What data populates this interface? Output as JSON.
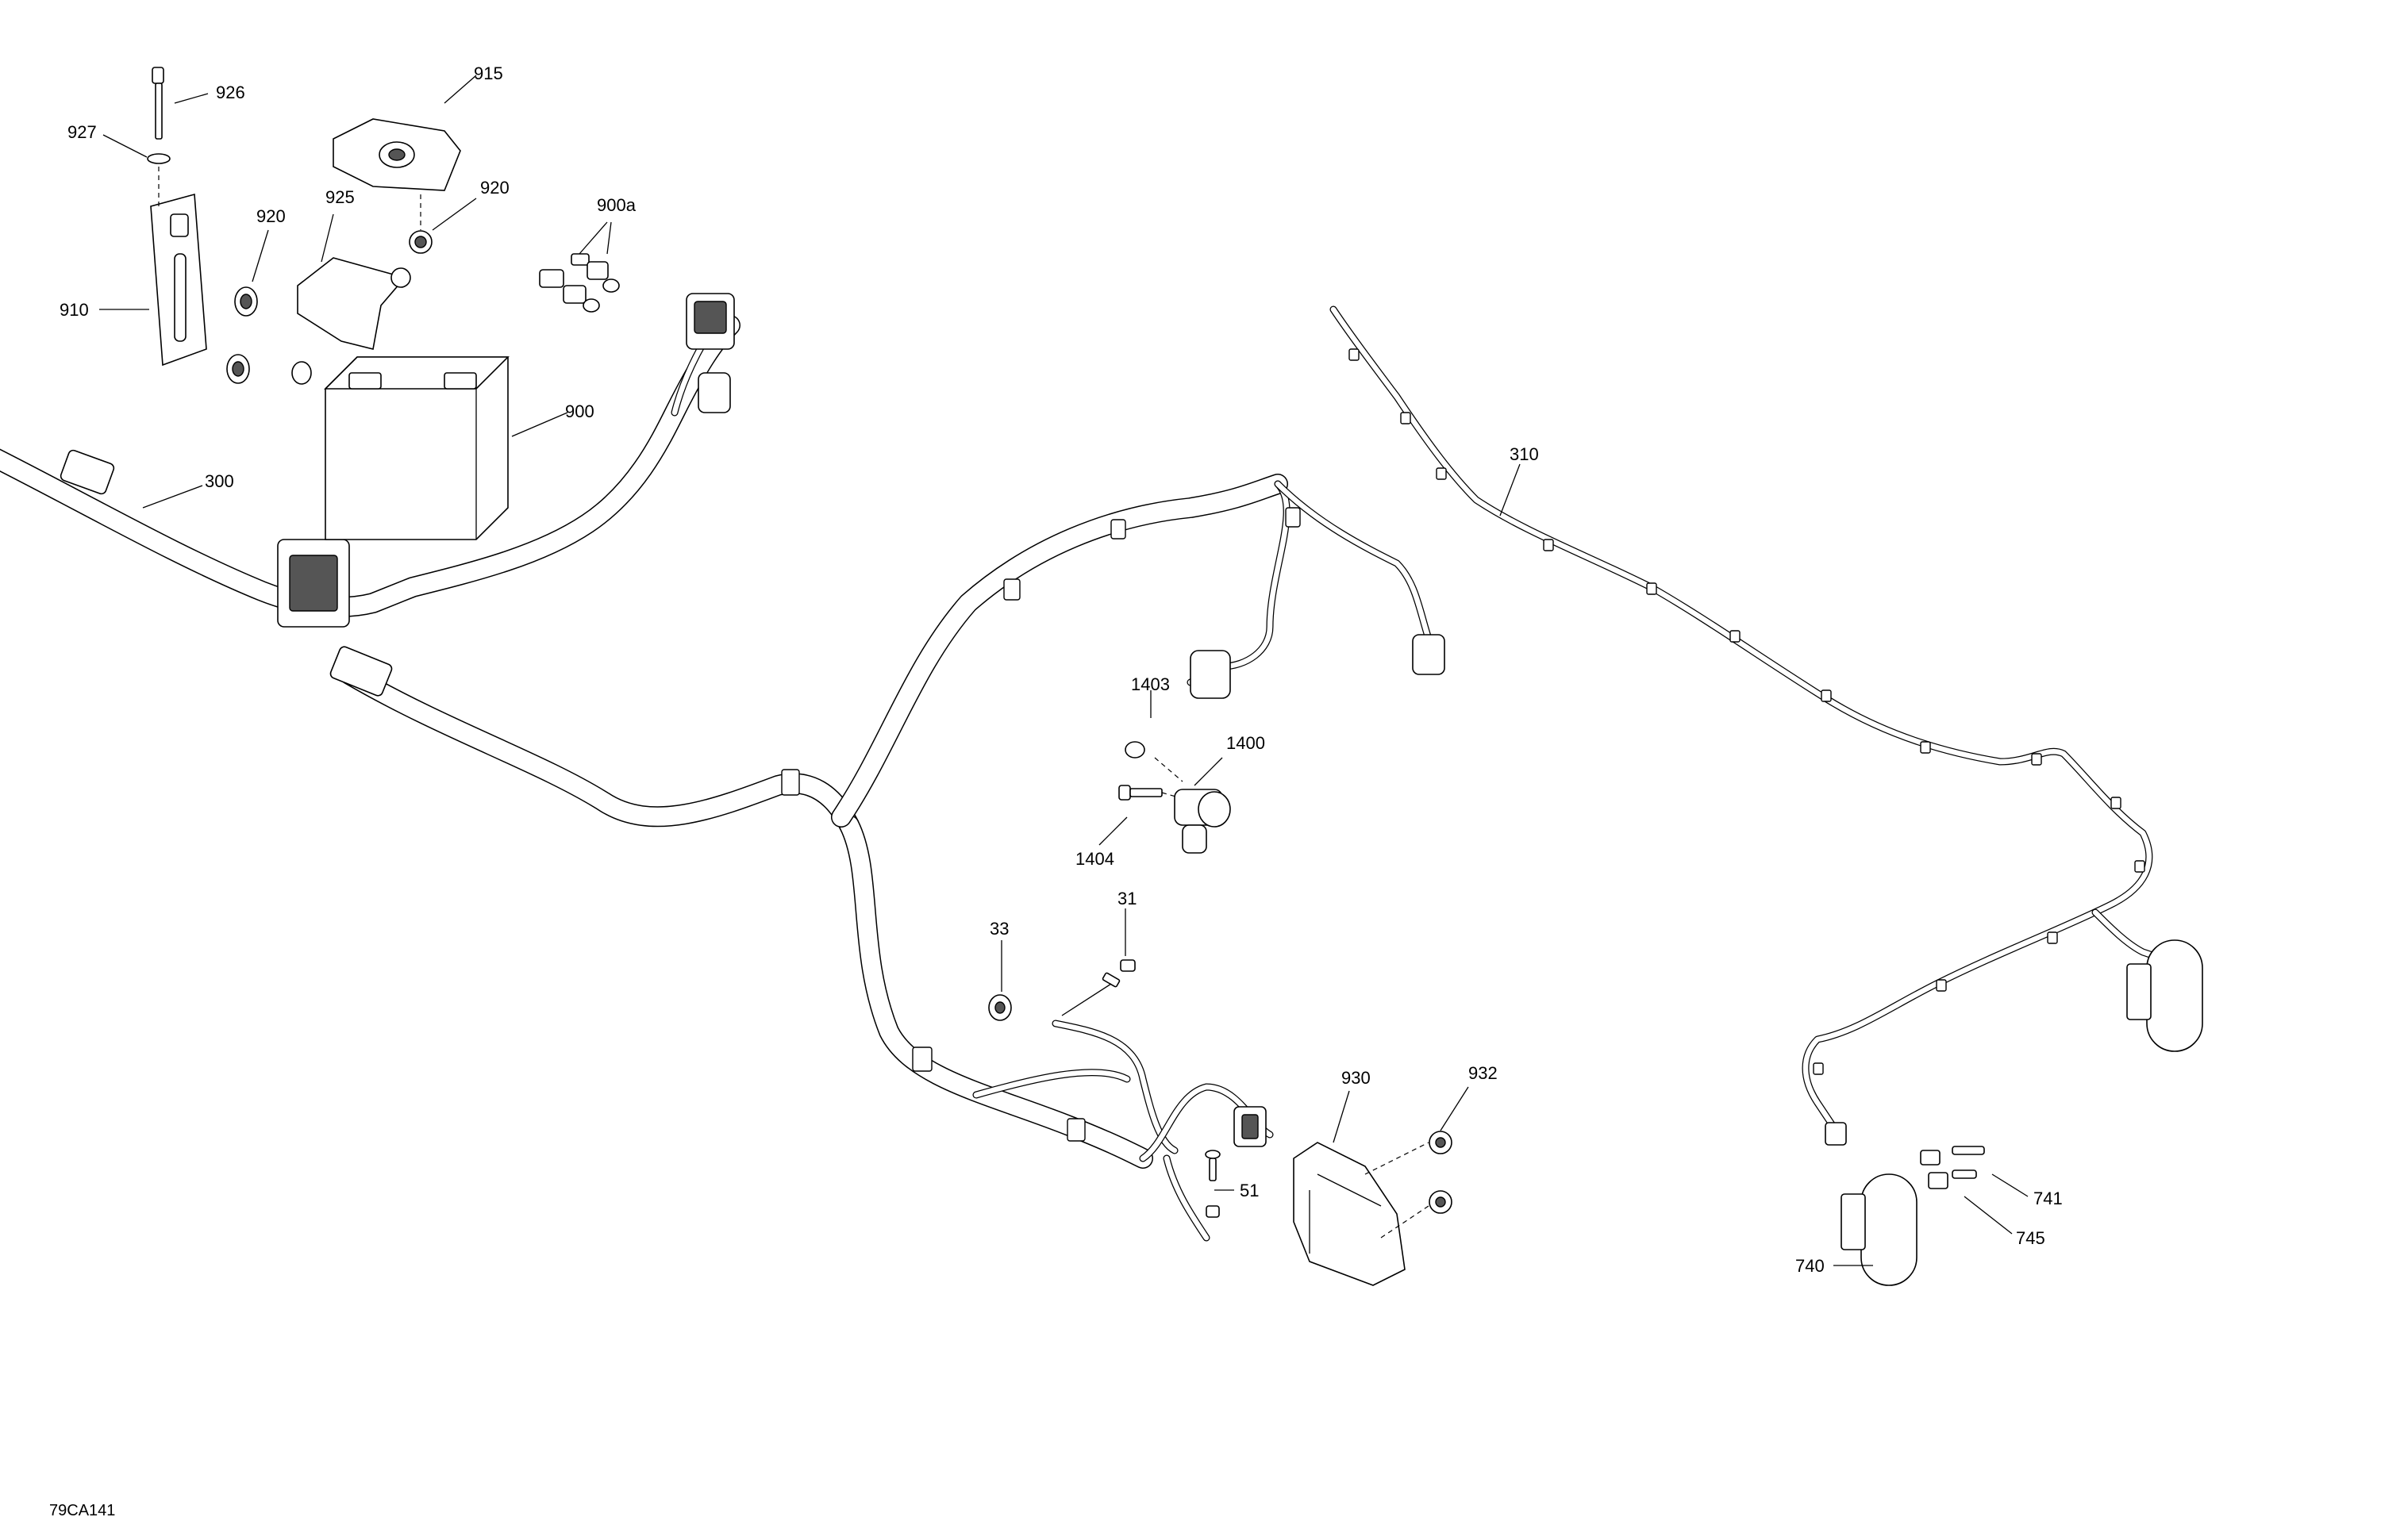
{
  "diagram": {
    "figure_id": "79CA141",
    "callouts": [
      {
        "id": "926",
        "text": "926"
      },
      {
        "id": "927",
        "text": "927"
      },
      {
        "id": "915",
        "text": "915"
      },
      {
        "id": "925",
        "text": "925"
      },
      {
        "id": "920a",
        "text": "920"
      },
      {
        "id": "920b",
        "text": "920"
      },
      {
        "id": "900a",
        "text": "900a"
      },
      {
        "id": "910",
        "text": "910"
      },
      {
        "id": "900",
        "text": "900"
      },
      {
        "id": "300",
        "text": "300"
      },
      {
        "id": "310",
        "text": "310"
      },
      {
        "id": "1403",
        "text": "1403"
      },
      {
        "id": "1400",
        "text": "1400"
      },
      {
        "id": "1404",
        "text": "1404"
      },
      {
        "id": "31",
        "text": "31"
      },
      {
        "id": "33",
        "text": "33"
      },
      {
        "id": "930",
        "text": "930"
      },
      {
        "id": "932",
        "text": "932"
      },
      {
        "id": "51",
        "text": "51"
      },
      {
        "id": "741",
        "text": "741"
      },
      {
        "id": "745",
        "text": "745"
      },
      {
        "id": "740",
        "text": "740"
      }
    ]
  }
}
